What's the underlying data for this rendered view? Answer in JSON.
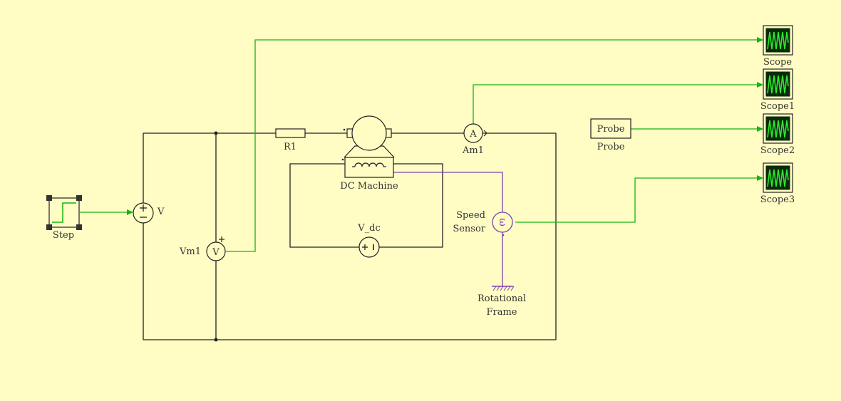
{
  "diagram": {
    "background": "#fffdc4",
    "wire_colors": {
      "electrical": "#222222",
      "signal": "#14b414",
      "rotational": "#7a3fb0"
    },
    "components": {
      "step": {
        "label": "Step"
      },
      "controlled_voltage_source": {
        "label": "V"
      },
      "voltmeter": {
        "label": "Vm1",
        "symbol": "V"
      },
      "resistor": {
        "label": "R1"
      },
      "dc_machine": {
        "label": "DC Machine"
      },
      "dc_voltage_source": {
        "label": "V_dc"
      },
      "ammeter": {
        "label": "Am1",
        "symbol": "A"
      },
      "speed_sensor": {
        "label_line1": "Speed",
        "label_line2": "Sensor",
        "symbol": "ω"
      },
      "rotational_frame": {
        "label_line1": "Rotational",
        "label_line2": "Frame"
      },
      "probe": {
        "block_text": "Probe",
        "label": "Probe"
      },
      "scopes": [
        "Scope",
        "Scope1",
        "Scope2",
        "Scope3"
      ]
    }
  }
}
